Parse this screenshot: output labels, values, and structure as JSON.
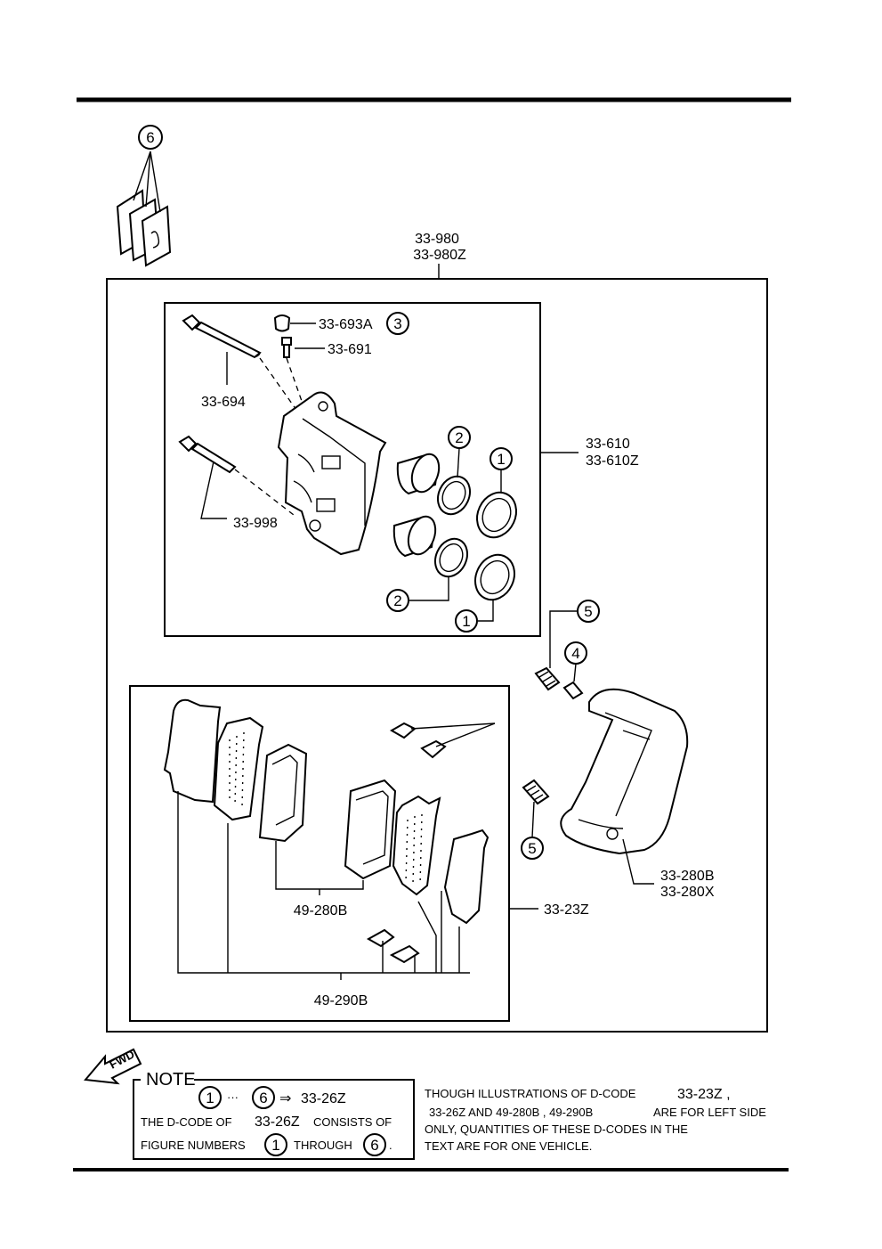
{
  "assembly": {
    "code_1": "33-980",
    "code_2": "33-980Z"
  },
  "caliper": {
    "code_1": "33-610",
    "code_2": "33-610Z"
  },
  "parts": {
    "bleeder_cap": "33-693A",
    "bleeder_screw": "33-691",
    "guide_pin_upper": "33-694",
    "guide_pin_lower": "33-998",
    "mounting_bracket_1": "33-280B",
    "mounting_bracket_2": "33-280X",
    "pad_set": "33-23Z",
    "pads_inner": "49-280B",
    "pads_outer": "49-290B"
  },
  "figure_numbers": {
    "n1": "1",
    "n2": "2",
    "n3": "3",
    "n4": "4",
    "n5": "5",
    "n6": "6"
  },
  "fwd_label": "FWD",
  "note": {
    "heading": "NOTE",
    "range_sep": "···",
    "arrow": "⇒",
    "kit_code": "33-26Z",
    "line2_a": "THE D-CODE OF",
    "line2_b": "33-26Z",
    "line2_c": "CONSISTS OF",
    "line3_a": "FIGURE NUMBERS",
    "line3_b": "THROUGH",
    "line3_end": "."
  },
  "remark": {
    "line1_a": "THOUGH ILLUSTRATIONS OF D-CODE",
    "line1_b": "33-23Z ,",
    "line2_a": "33-26Z AND 49-280B , 49-290B",
    "line2_b": "ARE FOR LEFT SIDE",
    "line3": "ONLY, QUANTITIES OF THESE D-CODES IN THE",
    "line4": "TEXT ARE FOR ONE VEHICLE."
  }
}
